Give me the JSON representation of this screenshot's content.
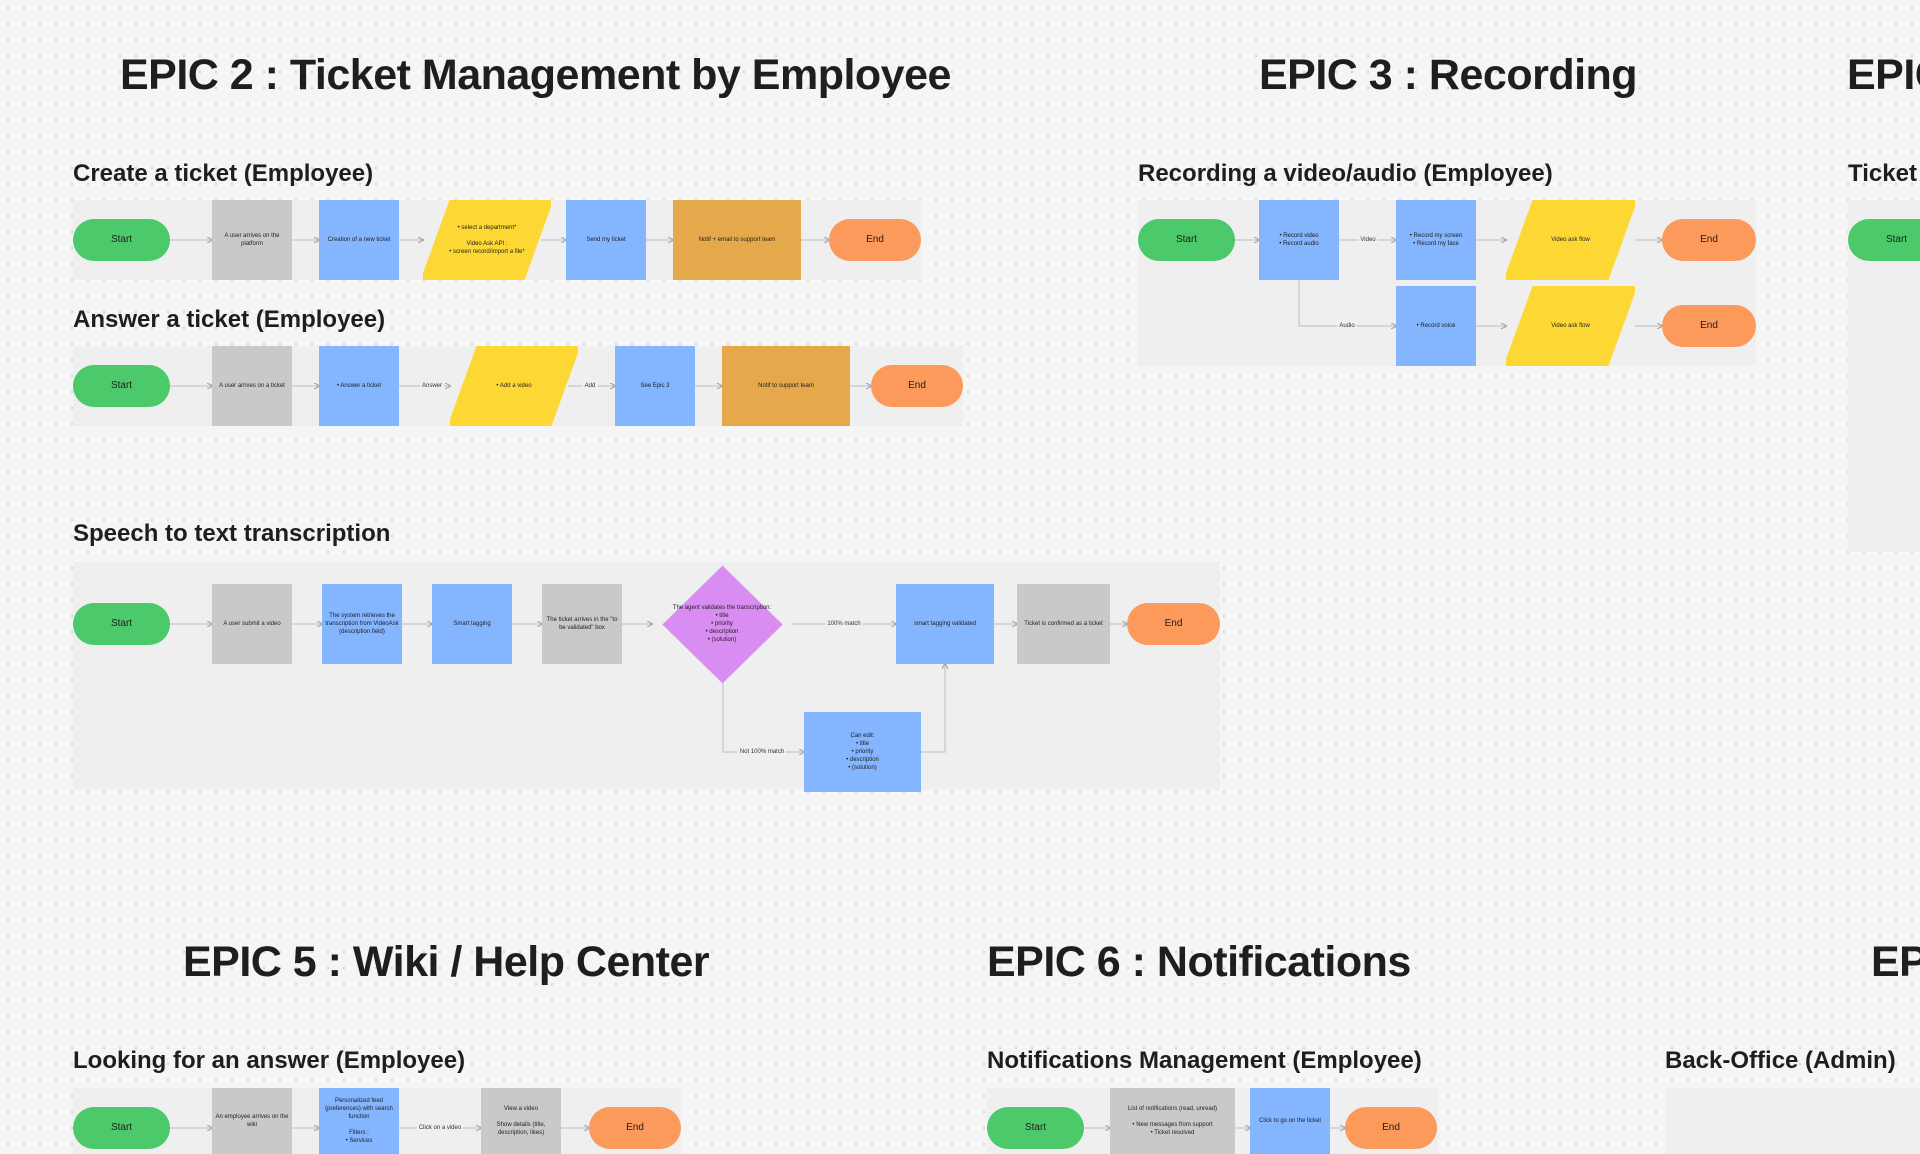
{
  "epics": {
    "epic2": "EPIC 2 : Ticket Management by Employee",
    "epic3": "EPIC 3 : Recording",
    "epic4_partial": "EPIC",
    "epic5": "EPIC 5 : Wiki / Help Center",
    "epic6": "EPIC 6 : Notifications",
    "epic7_partial": "EP"
  },
  "flows": {
    "create_ticket": {
      "title": "Create a ticket (Employee)",
      "nodes": [
        "Start",
        "A user arrives on the platform",
        "Creation of a new ticket",
        "• select a department*\n\nVideo Ask API :\n• screen record/import a file*",
        "Send my ticket",
        "Notif + email to support team",
        "End"
      ]
    },
    "answer_ticket": {
      "title": "Answer a ticket (Employee)",
      "nodes": [
        "Start",
        "A user arrives on a ticket",
        "• Answer a ticket",
        "• Add a video",
        "See Epic 3",
        "Notif to support team",
        "End"
      ],
      "labels": [
        "Answer",
        "Add"
      ]
    },
    "speech_to_text": {
      "title": "Speech to text transcription",
      "nodes": [
        "Start",
        "A user submit a video",
        "The system retrieves the transcription from VideoAsk (description field)",
        "Smart tagging",
        "The ticket arrives in the \"to be validated\" box",
        "The agent validates the transcription:\n• title\n• priority\n• description\n• (solution)",
        "smart tagging validated",
        "Ticket is confirmed as a ticket",
        "End",
        "Can edit:\n• title\n• priority\n• description\n• (solution)"
      ],
      "labels": [
        "100% match",
        "Not 100% match"
      ]
    },
    "recording": {
      "title": "Recording a video/audio (Employee)",
      "nodes": [
        "Start",
        "• Record video\n• Record audio",
        "• Record my screen\n• Record my face",
        "Video ask flow",
        "End",
        "• Record voice",
        "Video ask flow",
        "End"
      ],
      "labels": [
        "Video",
        "Audio"
      ]
    },
    "epic4_flow": {
      "title": "Ticket",
      "nodes": [
        "Start"
      ]
    },
    "looking_answer": {
      "title": "Looking for an answer (Employee)",
      "nodes": [
        "Start",
        "An employee arrives on the wiki",
        "Personalized feed (preferences) with search function\n\nFilters :\n• Services",
        "View a video\n\nShow details (title, description, likes)",
        "End"
      ],
      "labels": [
        "Click on a video"
      ]
    },
    "notifications": {
      "title": "Notifications Management (Employee)",
      "nodes": [
        "Start",
        "List of notifications (read, unread)\n\n• New messages from support\n• Ticket resolved",
        "Click to go on the ticket",
        "End"
      ]
    },
    "back_office": {
      "title": "Back-Office (Admin)"
    }
  },
  "colors": {
    "start": "#4cc96a",
    "end": "#fb9a5b",
    "gray": "#c9c9c9",
    "blue": "#84b5ff",
    "yellow": "#fdd835",
    "orange": "#e5a84b",
    "purple": "#d98cf2"
  }
}
